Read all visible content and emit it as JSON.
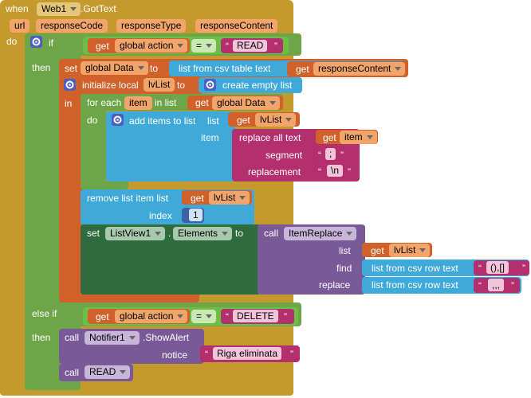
{
  "event": {
    "when": "when",
    "component": "Web1",
    "event_name": ".GotText",
    "params": [
      "url",
      "responseCode",
      "responseType",
      "responseContent"
    ],
    "do": "do"
  },
  "if_block": {
    "if": "if",
    "then": "then",
    "in": "in",
    "else_if": "else if",
    "then2": "then",
    "do": "do"
  },
  "cond1": {
    "get": "get",
    "var": "global action",
    "op": "=",
    "text": "READ"
  },
  "cond2": {
    "get": "get",
    "var": "global action",
    "op": "=",
    "text": "DELETE"
  },
  "set_data": {
    "set": "set",
    "var": "global Data",
    "to": "to",
    "fn": "list from csv table  text",
    "get": "get",
    "arg": "responseContent"
  },
  "init_local": {
    "label": "initialize local",
    "var": "lvList",
    "to": "to",
    "value": "create empty list"
  },
  "foreach": {
    "label": "for each",
    "var": "item",
    "in": "in list",
    "get": "get",
    "list": "global Data"
  },
  "add_items": {
    "label": "add items to list",
    "list_label": "list",
    "get": "get",
    "list": "lvList",
    "item_label": "item"
  },
  "replace": {
    "label": "replace all text",
    "get": "get",
    "arg": "item",
    "segment": "segment",
    "seg_text": ";",
    "replacement": "replacement",
    "rep_text": "\\n"
  },
  "remove": {
    "label": "remove list item  list",
    "get": "get",
    "list": "lvList",
    "index": "index",
    "num": "1"
  },
  "set_elements": {
    "set": "set",
    "component": "ListView1",
    "prop": "Elements",
    "to": "to",
    "call": "call",
    "proc": "ItemReplace"
  },
  "proc_args": {
    "list": "list",
    "get": "get",
    "list_var": "lvList",
    "find": "find",
    "find_fn": "list from csv row  text",
    "find_text": "(),[]",
    "replace": "replace",
    "replace_fn": "list from csv row  text",
    "replace_text": ",,,"
  },
  "notifier": {
    "call": "call",
    "component": "Notifier1",
    "method": ".ShowAlert",
    "notice": "notice",
    "text": "Riga eliminata"
  },
  "call_read": {
    "call": "call",
    "proc": "READ"
  },
  "colors": {
    "event": "#c49a2e",
    "control": "#6ea548",
    "variable": "#d1612b",
    "list": "#3fa9d9",
    "text": "#b32f6d",
    "component_set": "#2e6b3d",
    "procedure": "#7a5998",
    "logic": "#6dbe45"
  }
}
